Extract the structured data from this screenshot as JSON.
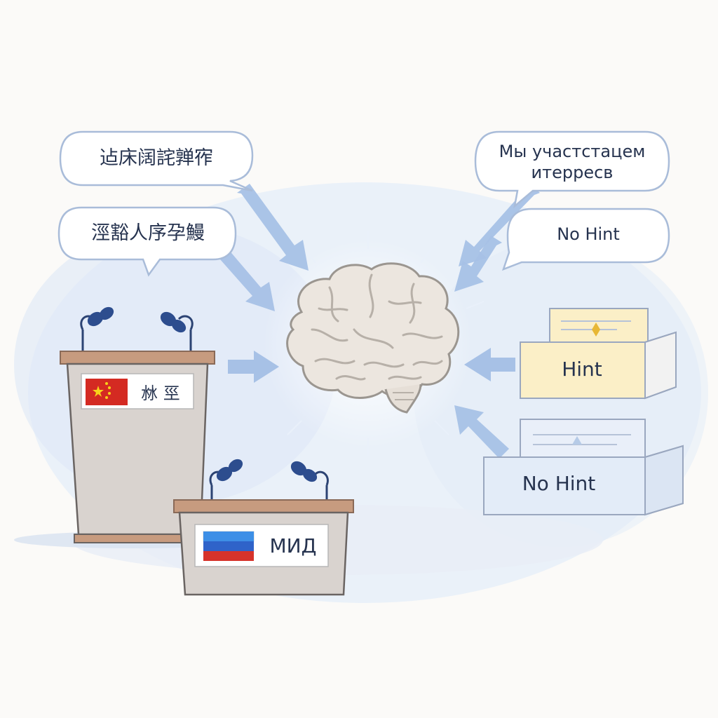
{
  "bubbles": {
    "cn_1": "迠床阔詫亸宱",
    "cn_2": "涇豁人序孕鰻",
    "ru_line1": "Мы участстацем",
    "ru_line2": "итерресв",
    "no_hint": "No Hint"
  },
  "podiums": {
    "china_label": "沝 巠",
    "russia_label": "МИД"
  },
  "boxes": {
    "hint_label": "Hint",
    "no_hint_label": "No Hint"
  },
  "colors": {
    "accent_blue": "#7da3d8",
    "bubble_border": "#9fb5d6",
    "china_red": "#d42a22",
    "china_star": "#f7d21a",
    "hint_box": "#fbefc7",
    "no_hint_box": "#e3ecf8",
    "podium_body": "#d9d3cf",
    "podium_top": "#c79b7f"
  }
}
